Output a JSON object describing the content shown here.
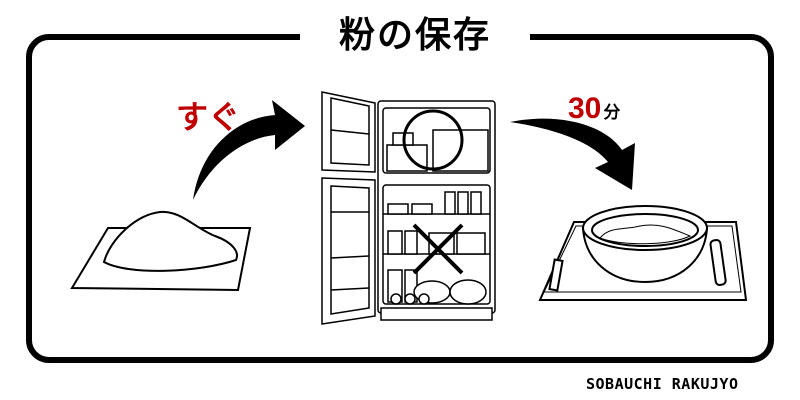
{
  "title": "粉の保存",
  "left_label": "すぐ",
  "right_label": {
    "number": "30",
    "unit": "分"
  },
  "footer": "SOBAUCHI RAKUJYO",
  "icons": [
    "flour-on-mat-icon",
    "curved-arrow-icon",
    "refrigerator-icon",
    "circle-ok-icon",
    "cross-ng-icon",
    "flour-bowl-icon"
  ],
  "colors": {
    "accent": "#c00000",
    "line": "#000000"
  }
}
